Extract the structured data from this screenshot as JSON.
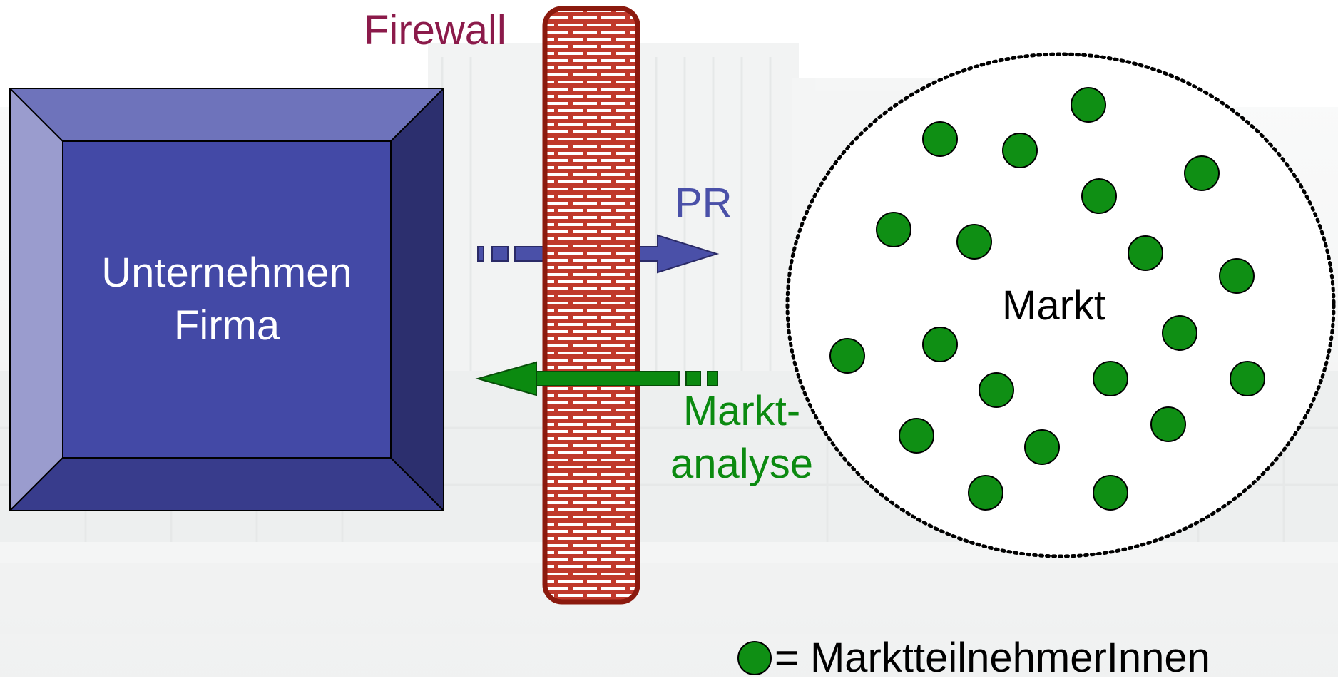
{
  "firewall": {
    "label": "Firewall"
  },
  "company": {
    "lines": [
      "Unternehmen",
      "Firma"
    ]
  },
  "flows": {
    "outbound_label": "PR",
    "inbound_label_lines": [
      "Markt-",
      "analyse"
    ]
  },
  "market": {
    "label": "Markt",
    "participant_count": 20
  },
  "legend": {
    "text": "= MarktteilnehmerInnen"
  },
  "colors": {
    "firewall_text": "#8b1a4a",
    "firewall_border": "#8b1a0e",
    "brick": "#c0392b",
    "company_front": "#4349a6",
    "company_top": "#6e73bb",
    "company_left": "#9a9cce",
    "company_right": "#2c2f6e",
    "company_bottom": "#383c8c",
    "pr": "#4a50a8",
    "analysis": "#0b8a10",
    "participant": "#0f8f14",
    "text_dark": "#000000",
    "text_light": "#ffffff"
  },
  "icons": {
    "participant": "green-circle",
    "firewall": "brick-wall"
  }
}
